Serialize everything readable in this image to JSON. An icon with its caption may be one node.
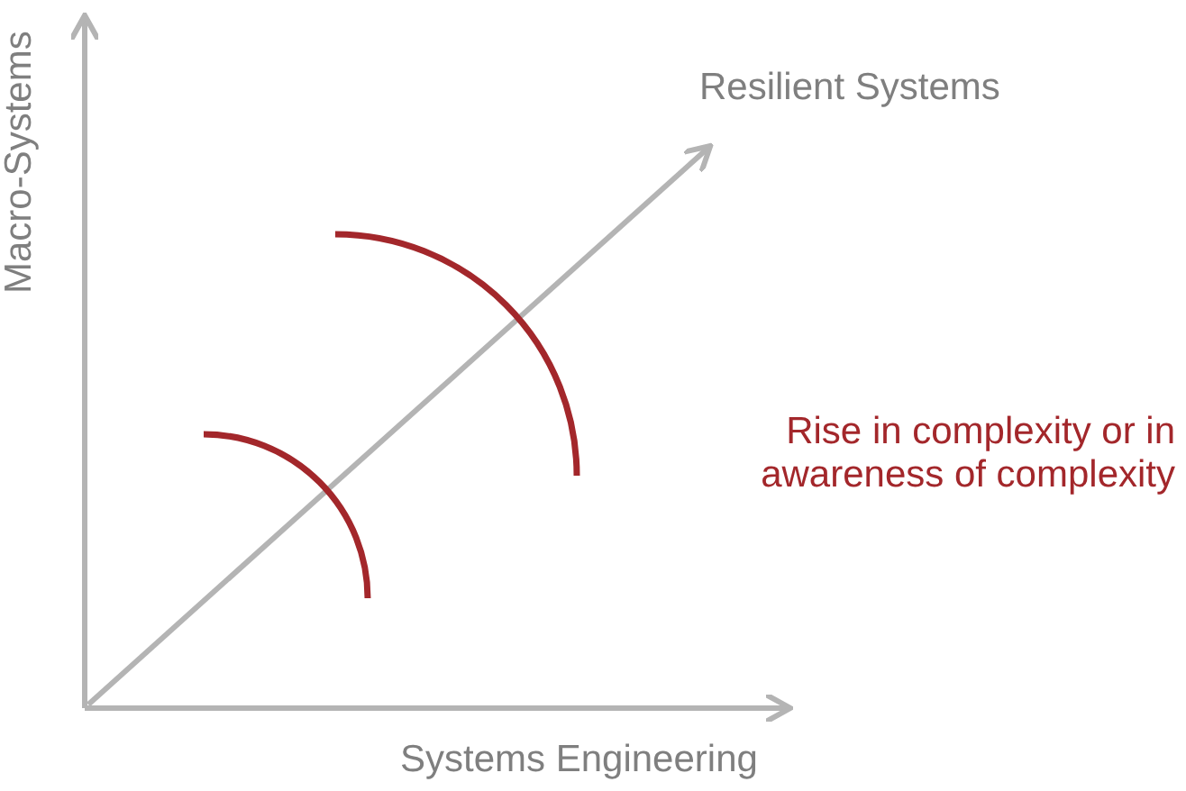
{
  "diagram": {
    "labels": [
      "Macro-Systems",
      "Resilient Systems",
      "Rise in complexity or in awareness of complexity",
      "Systems Engineering"
    ]
  }
}
